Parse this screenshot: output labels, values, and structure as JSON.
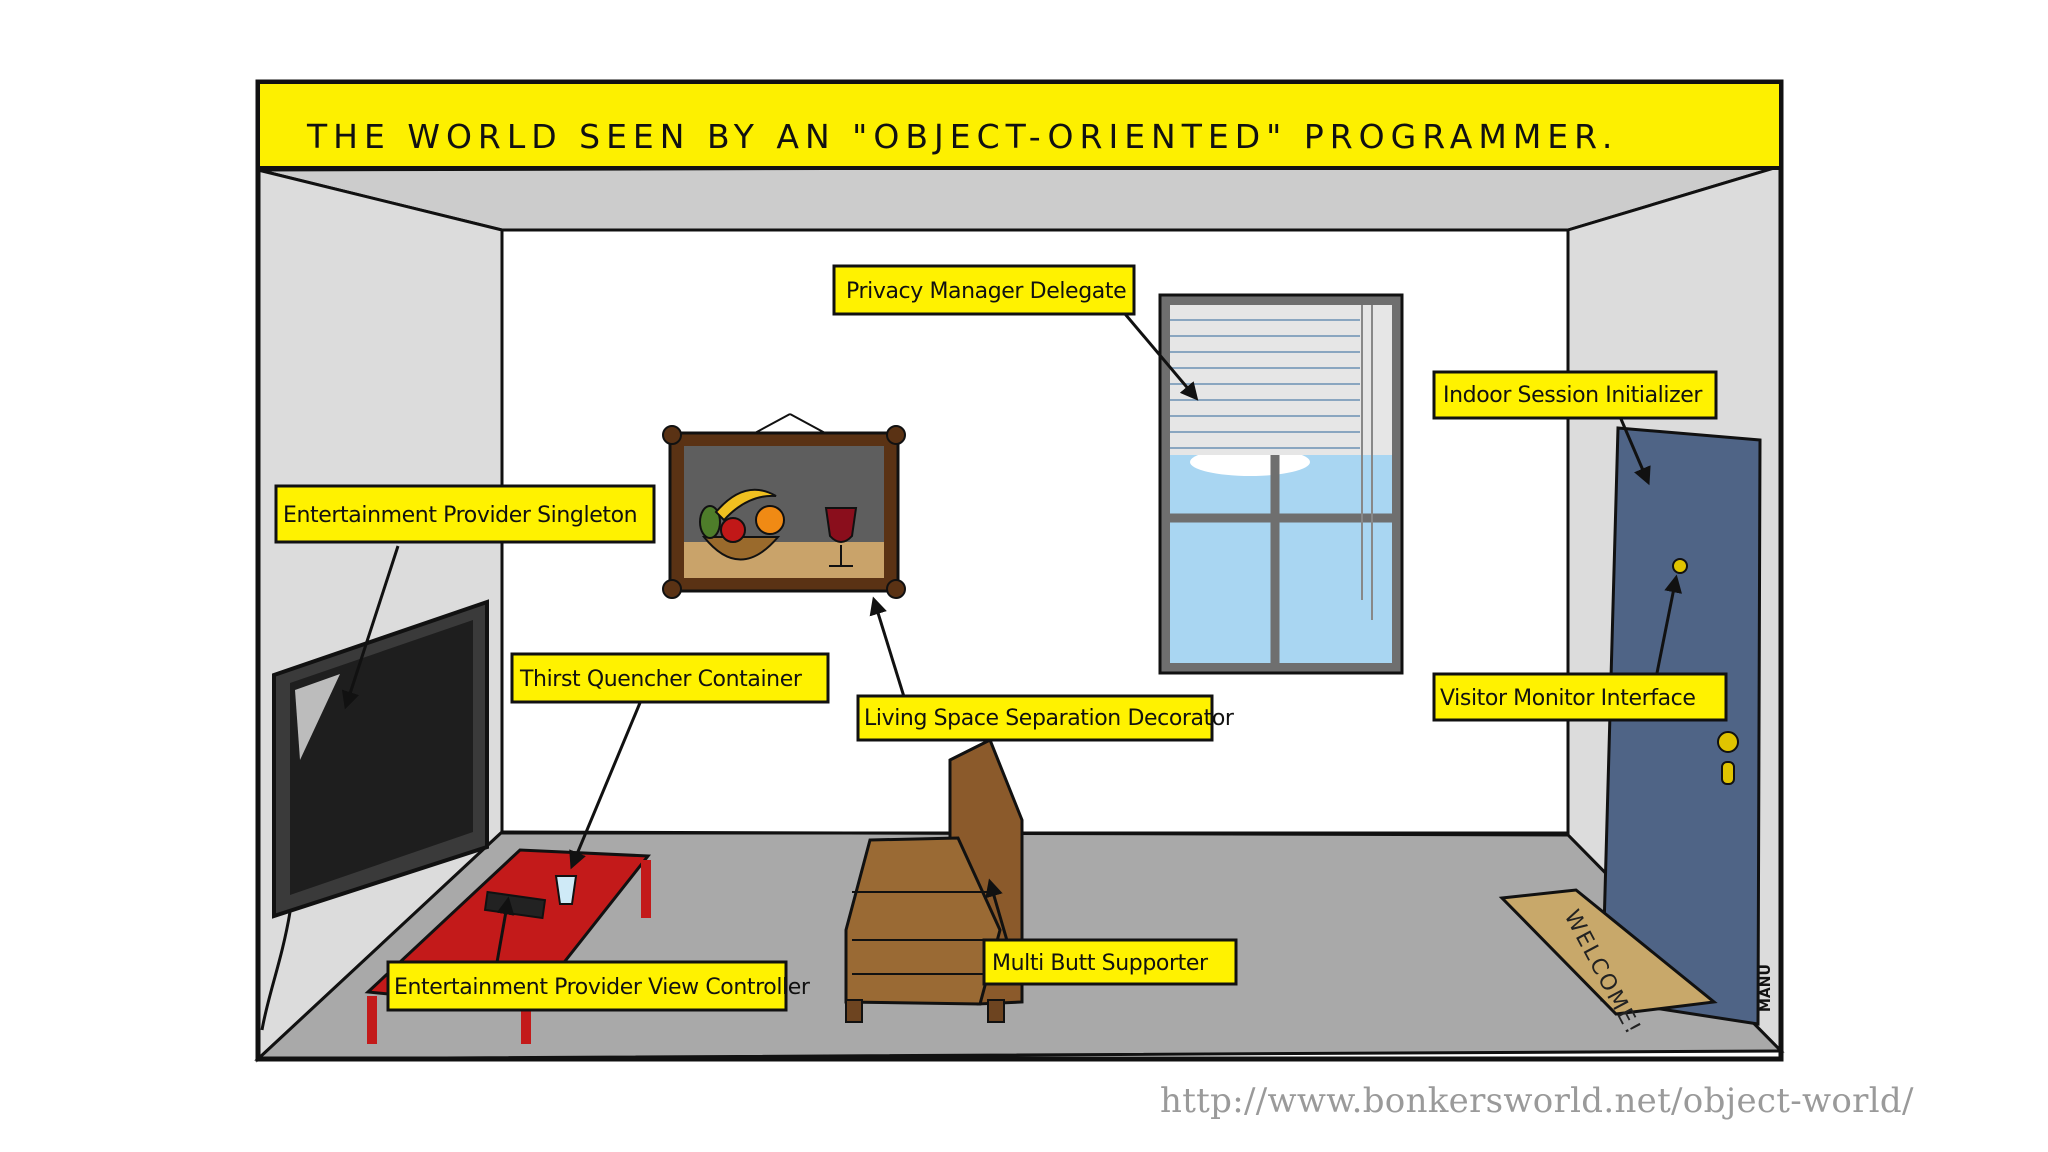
{
  "banner": {
    "title": "THE WORLD SEEN BY AN \"OBJECT-ORIENTED\" PROGRAMMER."
  },
  "labels": {
    "privacy": "Privacy Manager Delegate",
    "indoor": "Indoor Session Initializer",
    "ent_singleton": "Entertainment Provider Singleton",
    "thirst": "Thirst Quencher Container",
    "living": "Living Space Separation Decorator",
    "visitor": "Visitor Monitor Interface",
    "ent_view": "Entertainment Provider View Controller",
    "multibutt": "Multi Butt Supporter"
  },
  "doormat_text": "WELCOME!",
  "signature": "MANU",
  "source_url": "http://www.bonkersworld.net/object-world/",
  "colors": {
    "banner": "#fdf000",
    "label_bg": "#fff200",
    "ceiling": "#cccccc",
    "floor": "#a9a9a9",
    "back_wall": "#ffffff",
    "side_wall": "#dcdcdc",
    "door": "#4f6486",
    "table": "#c31a1a",
    "sofa": "#8b5a2b",
    "sky": "#a9d6f2",
    "tv": "#2a2a2a",
    "frame": "#5a3214"
  }
}
